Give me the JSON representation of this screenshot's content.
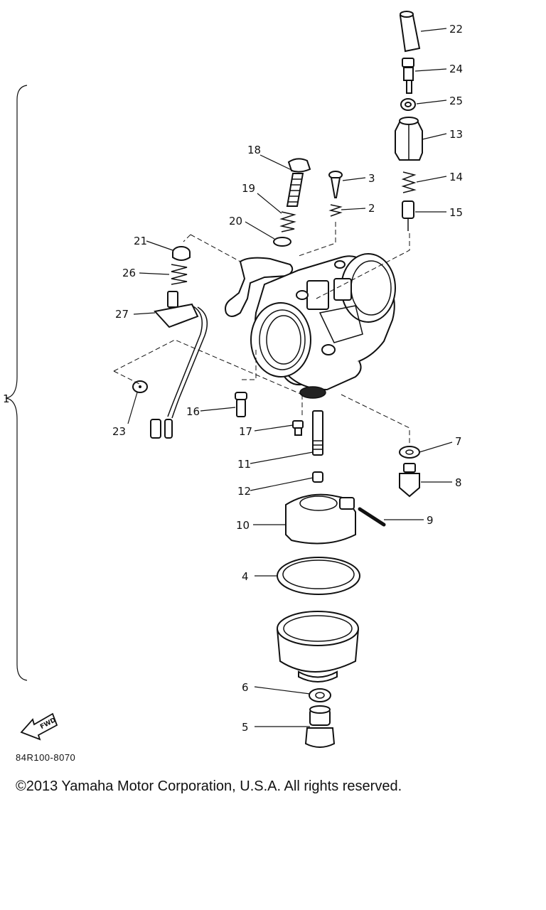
{
  "diagram_code": "84R100-8070",
  "copyright": "©2013 Yamaha Motor Corporation, U.S.A. All rights reserved.",
  "fwd_label": "FWD",
  "assembly_label": "1",
  "callouts": [
    "22",
    "24",
    "25",
    "13",
    "14",
    "15",
    "18",
    "3",
    "2",
    "19",
    "20",
    "21",
    "26",
    "27",
    "23",
    "16",
    "17",
    "11",
    "12",
    "7",
    "8",
    "10",
    "9",
    "4",
    "6",
    "5"
  ]
}
